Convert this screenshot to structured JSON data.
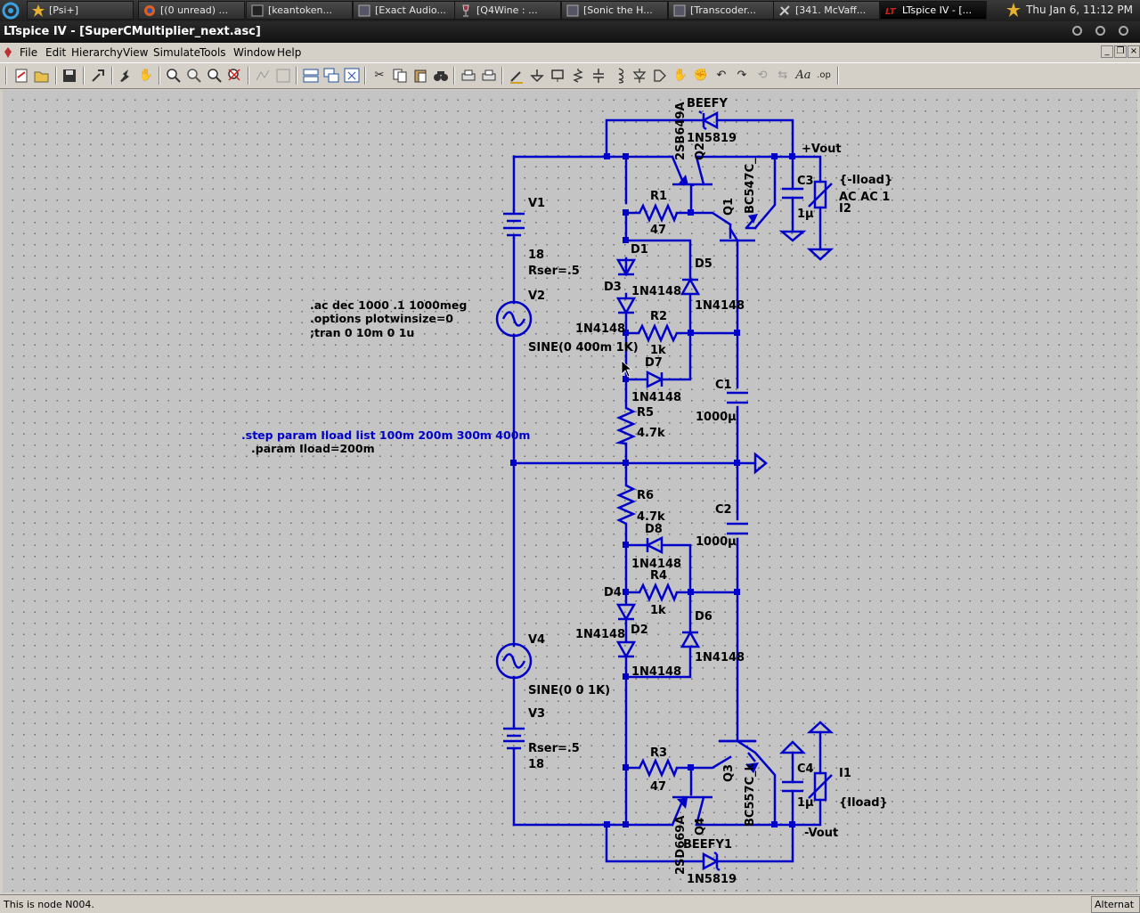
{
  "taskbar": {
    "tasks": [
      {
        "label": "[Psi+]",
        "icon": "star-icon"
      },
      {
        "label": "[(0 unread) ...",
        "icon": "firefox-icon"
      },
      {
        "label": "[keantoken...",
        "icon": "terminal-icon"
      },
      {
        "label": "[Exact Audio...",
        "icon": "window-icon"
      },
      {
        "label": "[Q4Wine : ...",
        "icon": "wine-icon"
      },
      {
        "label": "[Sonic the H...",
        "icon": "window-icon"
      },
      {
        "label": "[Transcoder...",
        "icon": "window-icon"
      },
      {
        "label": "[341. McVaff...",
        "icon": "tools-icon"
      },
      {
        "label": "LTspice IV - [...",
        "icon": "ltspice-icon"
      }
    ],
    "clock": "Thu Jan  6, 11:12 PM"
  },
  "window": {
    "title": "LTspice IV - [SuperCMultiplier_next.asc]"
  },
  "menubar": {
    "items": [
      "File",
      "Edit",
      "Hierarchy",
      "View",
      "Simulate",
      "Tools",
      "Window",
      "Help"
    ]
  },
  "toolbar": {
    "icons": [
      "new-schematic-icon",
      "open-icon",
      "save-icon",
      "control-panel-icon",
      "run-icon",
      "pan-icon",
      "zoom-in-icon",
      "zoom-area-icon",
      "zoom-out-icon",
      "zoom-fit-icon",
      "autorange-icon",
      "fit-icon",
      "tile-icon",
      "cascade-icon",
      "close-all-icon",
      "cut-icon",
      "copy-icon",
      "paste-icon",
      "find-icon",
      "print-setup-icon",
      "print-icon",
      "wire-icon",
      "ground-icon",
      "label-icon",
      "resistor-icon",
      "capacitor-icon",
      "inductor-icon",
      "diode-icon",
      "component-icon",
      "move-icon",
      "drag-icon",
      "undo-icon",
      "redo-icon",
      "rotate-icon",
      "mirror-icon",
      "text-icon",
      "spice-directive-icon"
    ]
  },
  "schematic": {
    "labels": {
      "beefy": "BEEFY",
      "d_top": "1N5819",
      "q2_model": "2SB649A",
      "q2": "Q2",
      "vout_pos": "+Vout",
      "q1_model": "BC547C_",
      "c3": "C3",
      "c3_val": "1µ",
      "iload_top": "{-Iload}",
      "ac": "AC AC 1",
      "i2": "I2",
      "r1": "R1",
      "r1_val": "47",
      "q1": "Q1",
      "v1": "V1",
      "v1_val": "18",
      "v1_rser": "Rser=.5",
      "d1": "D1",
      "d5": "D5",
      "d3": "D3",
      "d3_model": "1N4148",
      "d5_model": "1N4148",
      "v2": "V2",
      "d1_model": "1N4148",
      "r2": "R2",
      "r2_val": "1k",
      "v2_val": "SINE(0 400m 1K)",
      "d7": "D7",
      "d7_model": "1N4148",
      "c1": "C1",
      "c1_val": "1000µ",
      "r5": "R5",
      "r5_val": "4.7k",
      "r6": "R6",
      "r6_val": "4.7k",
      "c2": "C2",
      "c2_val": "1000µ",
      "d8": "D8",
      "d8_model": "1N4148",
      "r4": "R4",
      "r4_val": "1k",
      "d4": "D4",
      "d6": "D6",
      "d4_model": "1N4148",
      "d2": "D2",
      "d6_model": "1N4148",
      "d2_model": "1N4148",
      "v4": "V4",
      "v4_val": "SINE(0 0 1K)",
      "v3": "V3",
      "v3_rser": "Rser=.5",
      "v3_val": "18",
      "r3": "R3",
      "r3_val": "47",
      "q3": "Q3",
      "q3_model": "BC557C_k",
      "c4": "C4",
      "c4_val": "1µ",
      "i1": "I1",
      "iload_bot": "{Iload}",
      "q4_model": "2SD669A",
      "q4": "Q4",
      "beefy1": "BEEFY1",
      "d_bot": "1N5819",
      "vout_neg": "-Vout"
    },
    "directives": {
      "ac": ".ac dec 1000 .1 1000meg",
      "options": ".options plotwinsize=0",
      "tran": ";tran 0 10m 0 1u",
      "step": ".step param Iload list 100m 200m 300m 400m",
      "param": ".param Iload=200m"
    },
    "colors": {
      "wire": "#0000c8",
      "background": "#c4c4c4",
      "step_text": "#0000cc"
    }
  },
  "statusbar": {
    "text": "This is node N004.",
    "right": "Alternat"
  }
}
